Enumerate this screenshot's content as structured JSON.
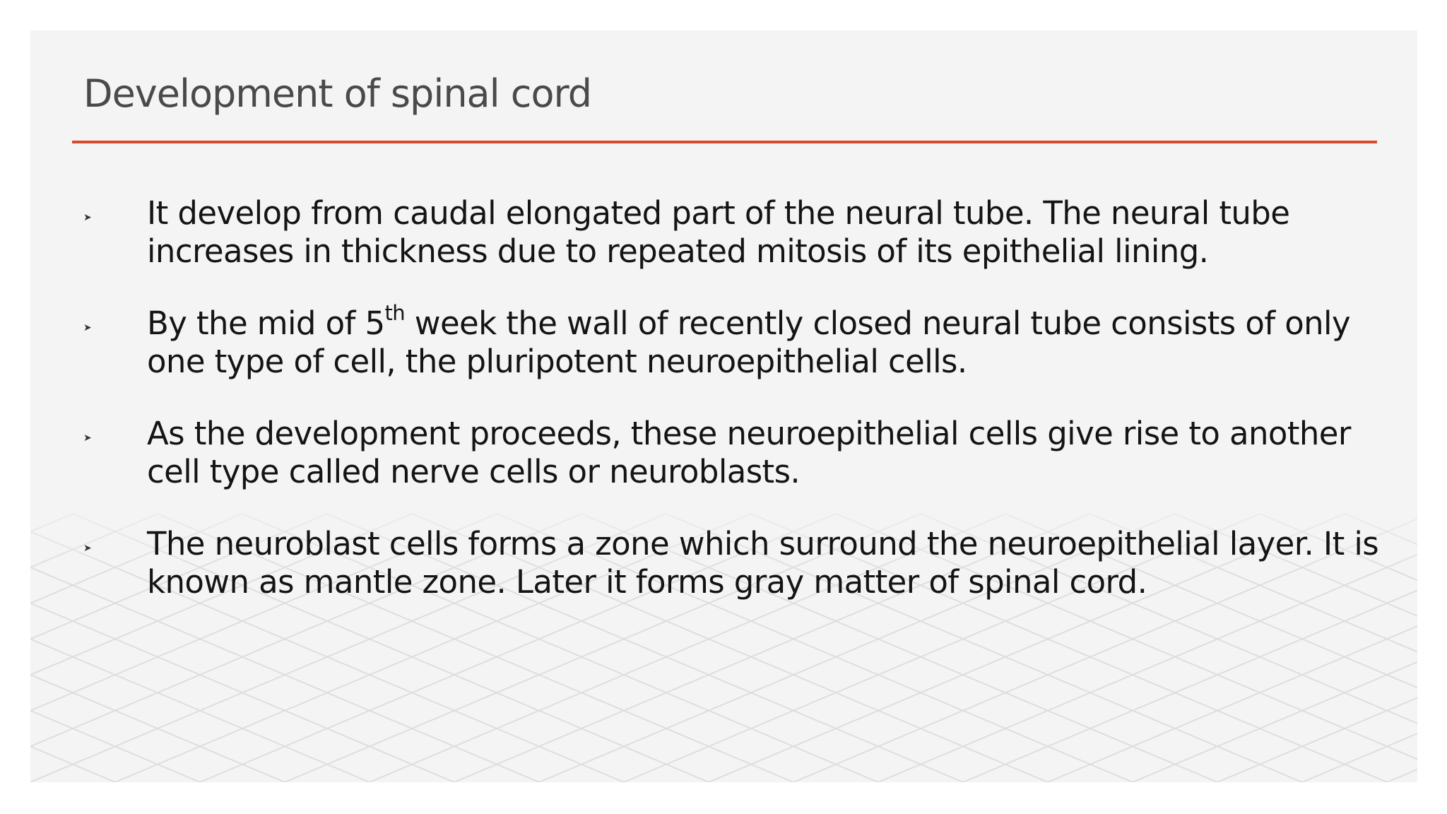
{
  "slide": {
    "title": "Development of spinal cord",
    "accent_color": "#d84a30",
    "background_color": "#f4f4f4",
    "bullet_icon": "arrowhead-bullet-icon",
    "bullet_glyph": "➤",
    "bullets": [
      {
        "text": "It develop from caudal elongated part of the neural tube. The neural tube increases in thickness due to repeated mitosis of its epithelial lining."
      },
      {
        "text_before": "By the mid of 5",
        "superscript": "th",
        "text_after": " week the wall of recently closed neural tube consists of only one type of cell, the pluripotent neuroepithelial cells."
      },
      {
        "text": "As the development proceeds, these neuroepithelial cells give rise to another cell type called nerve cells or neuroblasts."
      },
      {
        "text": "The neuroblast cells forms a zone which surround the neuroepithelial layer. It is known as mantle zone. Later it forms gray matter of spinal cord."
      }
    ]
  }
}
